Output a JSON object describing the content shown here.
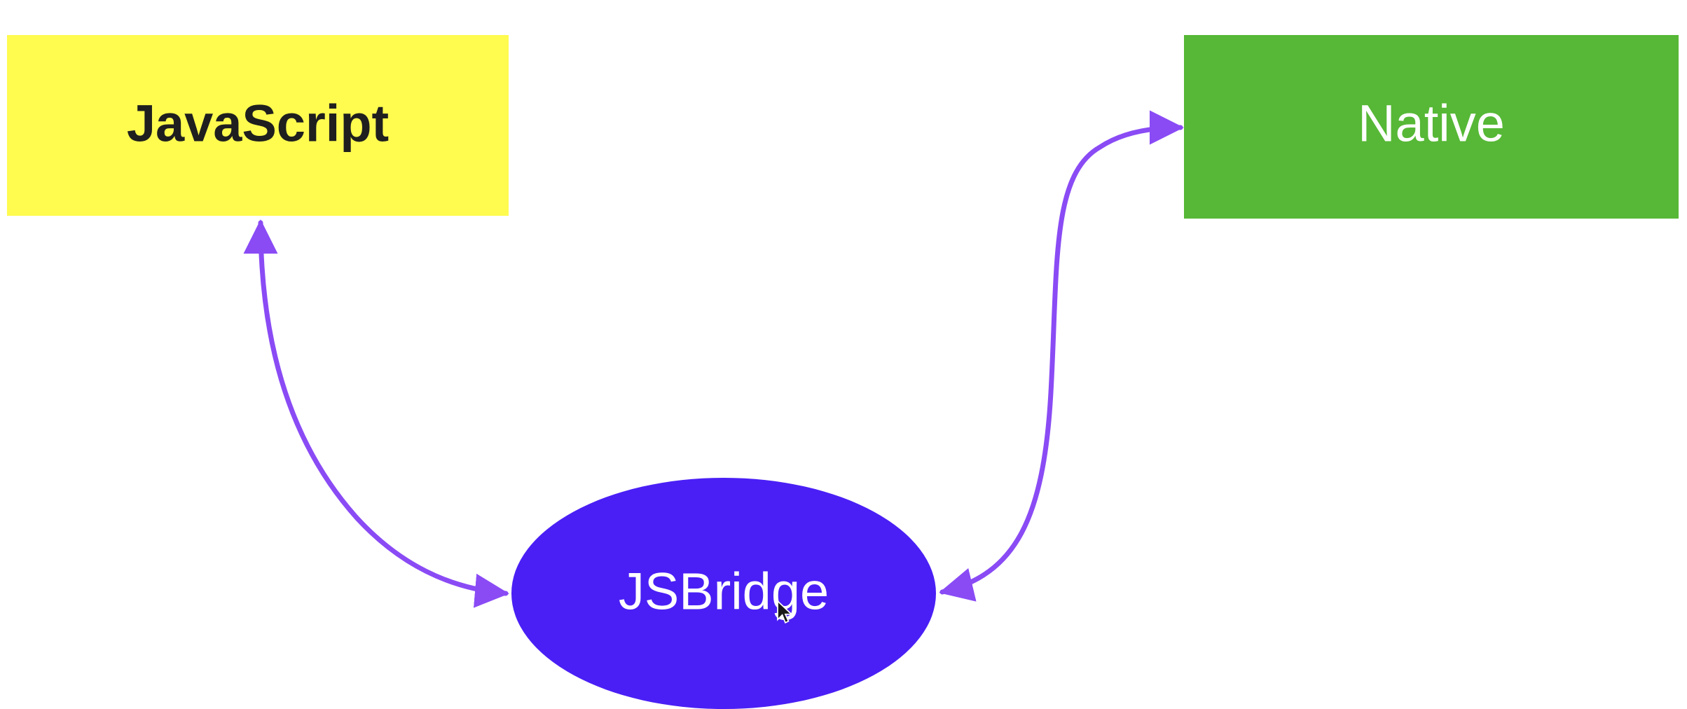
{
  "diagram": {
    "nodes": {
      "javascript": {
        "label": "JavaScript",
        "fill": "#FFFB4F",
        "text_color": "#1F1F1F"
      },
      "native": {
        "label": "Native",
        "fill": "#56B836",
        "text_color": "#FFFFFF"
      },
      "jsbridge": {
        "label": "JSBridge",
        "fill": "#4A1FF5",
        "text_color": "#FFFFFF"
      }
    },
    "edges": [
      {
        "from": "javascript",
        "to": "jsbridge",
        "direction": "both"
      },
      {
        "from": "jsbridge",
        "to": "native",
        "direction": "both"
      }
    ],
    "edge_color": "#8A4BF5"
  }
}
